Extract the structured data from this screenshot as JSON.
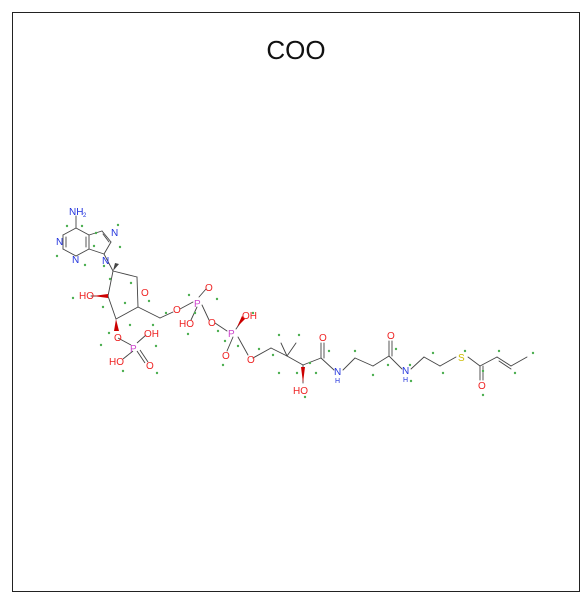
{
  "title": "COO",
  "colors": {
    "bond": "#444444",
    "N": "#2233dd",
    "O": "#ee2222",
    "P": "#cc44cc",
    "S": "#ccbb00",
    "index": "#4caf50",
    "wedge": "#cc0000"
  },
  "labels": {
    "nh2": "NH",
    "nh2_sub": "2",
    "n1": "N",
    "n3": "N",
    "n7": "N",
    "n9": "N",
    "o_ring": "O",
    "oh_sugar": "HO",
    "o3": "O",
    "p3": "P",
    "oh_p3a": "OH",
    "ho_p3b": "HO",
    "o_p3c": "O",
    "o5": "O",
    "pa": "P",
    "o_pa": "O",
    "ho_pa": "HO",
    "o_bridge": "O",
    "pb": "P",
    "oh_pb": "OH",
    "o_pb": "O",
    "o_pan": "O",
    "o_amide1": "O",
    "oh_pan": "HO",
    "nh1": "N",
    "h1": "H",
    "o_amide2": "O",
    "nh2b": "N",
    "h2": "H",
    "s": "S",
    "o_thio": "O"
  }
}
